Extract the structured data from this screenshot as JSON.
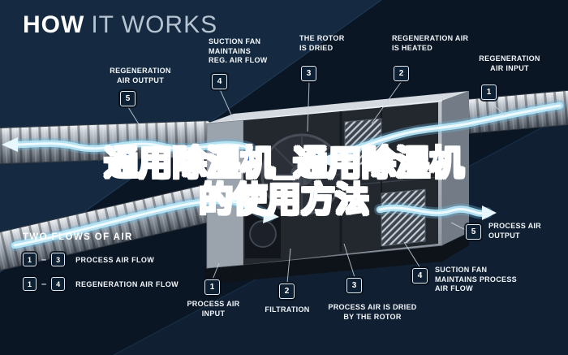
{
  "title": {
    "bold": "HOW",
    "light": "IT WORKS"
  },
  "overlay": {
    "text": "通用除湿机_通用除湿机\n的使用方法"
  },
  "legend": {
    "heading": "TWO FLOWS OF AIR",
    "separator": "–",
    "rows": [
      {
        "from": "1",
        "to": "3",
        "label": "PROCESS AIR FLOW"
      },
      {
        "from": "1",
        "to": "4",
        "label": "REGENERATION AIR FLOW"
      }
    ]
  },
  "callouts": [
    {
      "num": "5",
      "label": "REGENERATION\nAIR OUTPUT"
    },
    {
      "num": "4",
      "label": "SUCTION FAN\nMAINTAINS\nREG. AIR FLOW"
    },
    {
      "num": "3",
      "label": "THE ROTOR\nIS DRIED"
    },
    {
      "num": "2",
      "label": "REGENERATION AIR\nIS HEATED"
    },
    {
      "num": "1",
      "label": "REGENERATION\nAIR INPUT"
    },
    {
      "num": "5",
      "label": "PROCESS AIR\nOUTPUT"
    },
    {
      "num": "4",
      "label": "SUCTION FAN\nMAINTAINS PROCESS\nAIR FLOW"
    },
    {
      "num": "1",
      "label": "PROCESS AIR\nINPUT"
    },
    {
      "num": "2",
      "label": "FILTRATION"
    },
    {
      "num": "3",
      "label": "PROCESS AIR IS DRIED\nBY THE ROTOR"
    }
  ],
  "colors": {
    "background": "#0b1625",
    "panel_light": "#152a40",
    "airflow_ribbon": "#b5e5f5",
    "badge_background": "#0e2033",
    "badge_border": "#e3ebf2",
    "overlay_text": "#3566c8",
    "label_text": "#f2f6fa"
  }
}
